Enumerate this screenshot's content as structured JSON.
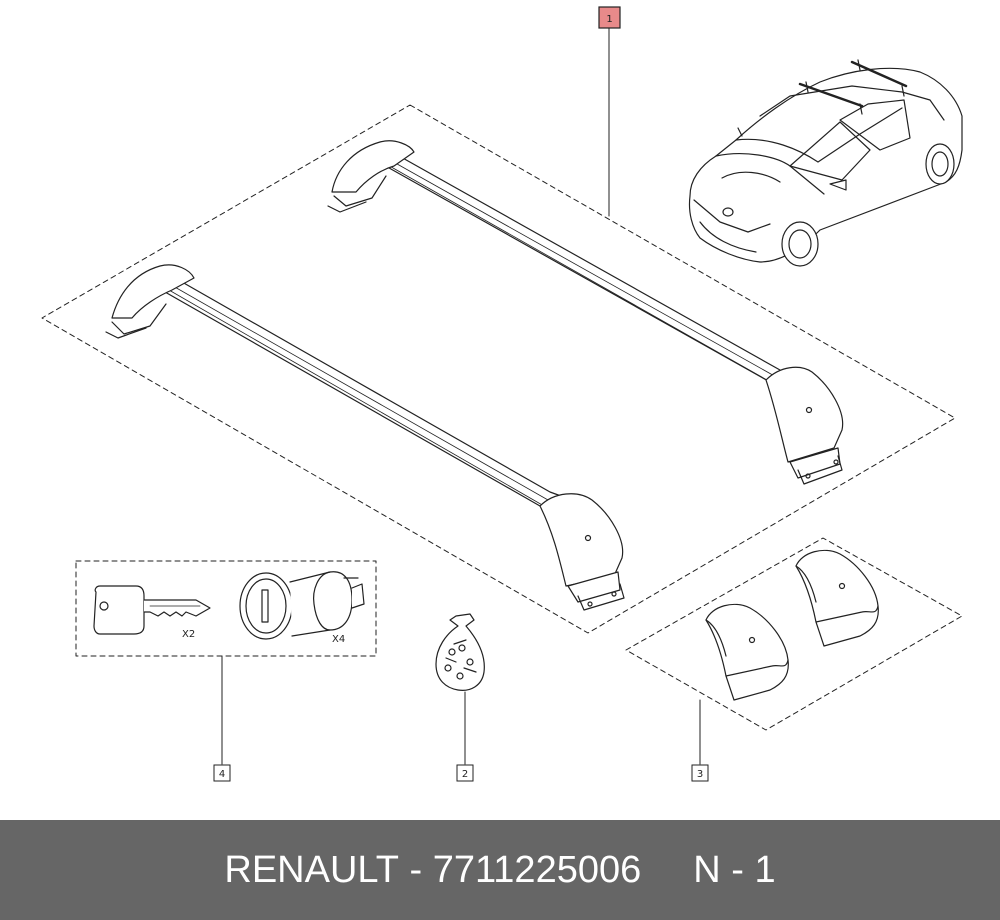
{
  "callouts": [
    {
      "label": "1",
      "highlighted": true,
      "highlight_color": "#e88a8a"
    },
    {
      "label": "2",
      "highlighted": false
    },
    {
      "label": "3",
      "highlighted": false
    },
    {
      "label": "4",
      "highlighted": false
    }
  ],
  "quantities": {
    "keys": "X2",
    "lock_cylinders": "X4"
  },
  "footer": {
    "brand": "RENAULT",
    "dash": "-",
    "part_number": "7711225006",
    "page": "N - 1",
    "background": "#666666"
  }
}
